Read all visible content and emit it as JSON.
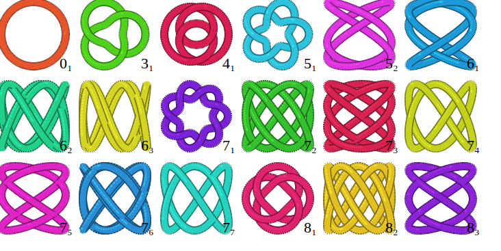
{
  "diagram": {
    "labels": [
      "0₁",
      "3₁",
      "4₁",
      "5₁",
      "5₂",
      "6₁",
      "6₂",
      "6₃",
      "7₁",
      "7₂",
      "7₃",
      "7₄",
      "7₅",
      "7₆",
      "7₇",
      "8₁",
      "8₂",
      "8₃"
    ]
  }
}
